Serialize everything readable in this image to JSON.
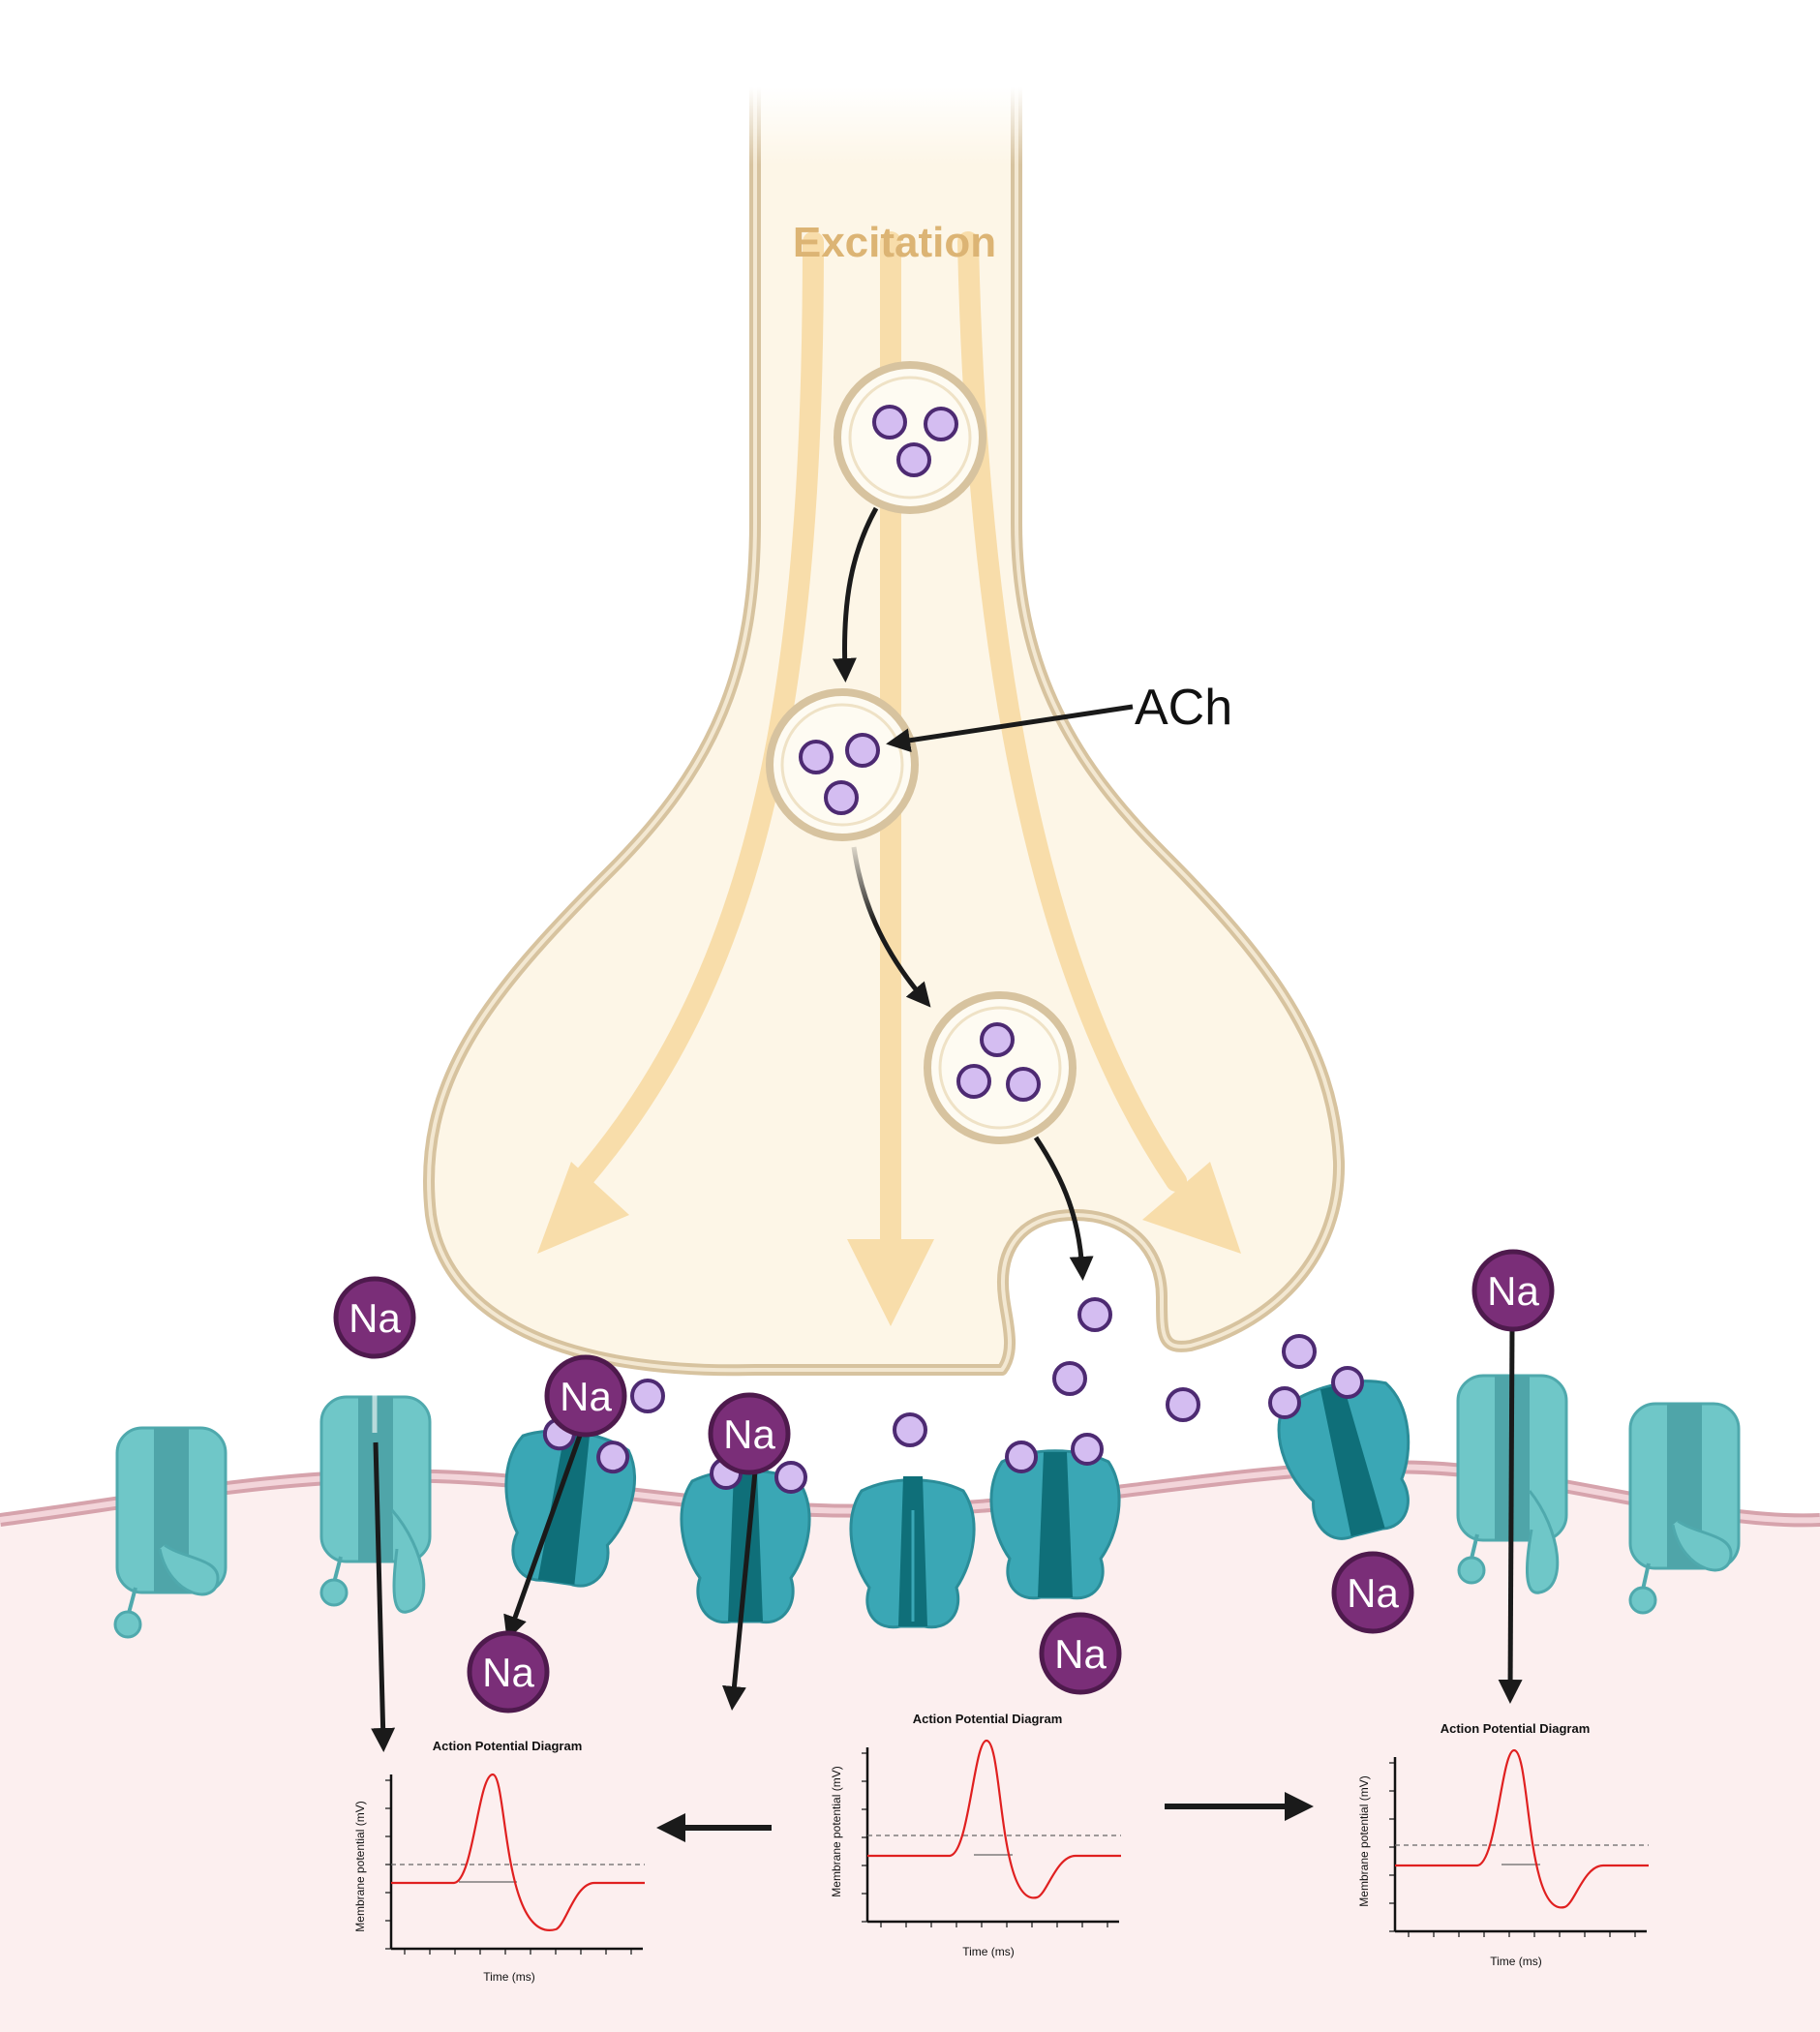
{
  "labels": {
    "excitation": "Excitation",
    "ach": "ACh",
    "sodium": "Na"
  },
  "diagrams": [
    {
      "title": "Action Potential Diagram",
      "ylabel": "Membrane potential (mV)",
      "xlabel": "Time (ms)"
    },
    {
      "title": "Action Potential Diagram",
      "ylabel": "Membrane potential (mV)",
      "xlabel": "Time (ms)"
    },
    {
      "title": "Action Potential Diagram",
      "ylabel": "Membrane potential (mV)",
      "xlabel": "Time (ms)"
    }
  ],
  "colors": {
    "terminal_fill": "#fdf6e7",
    "terminal_stroke": "#d7c39f",
    "flow_arrow": "#f8ddaa",
    "excitation_text": "#dcb474",
    "vesicle_fill": "#fefbf2",
    "ach_fill": "#d4bdf1",
    "ach_stroke": "#4d2a72",
    "sodium_fill": "#7a2e78",
    "receptor_dark": "#3aa7b5",
    "channel_light": "#6fc7c8",
    "cytoplasm": "#fcefef",
    "membrane": "#e6b9c0",
    "trace": "#e02020"
  }
}
